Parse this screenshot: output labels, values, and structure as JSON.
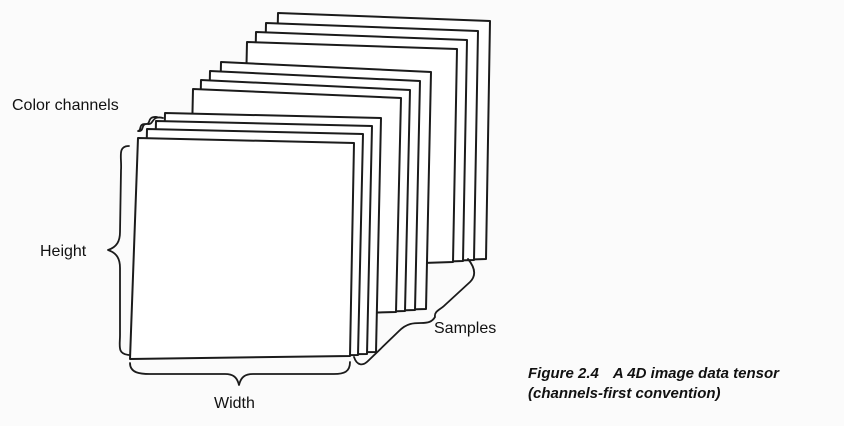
{
  "labels": {
    "color_channels": "Color channels",
    "height": "Height",
    "width": "Width",
    "samples": "Samples"
  },
  "caption": {
    "number": "Figure 2.4",
    "line1": "A 4D image data tensor",
    "line2": "(channels-first convention)"
  }
}
